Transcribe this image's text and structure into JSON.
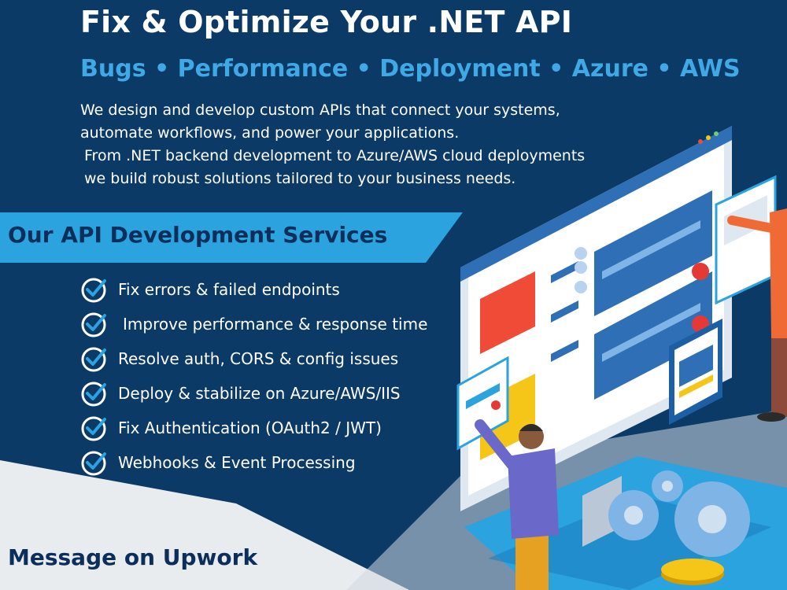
{
  "colors": {
    "background": "#0b3a66",
    "accent": "#2aa3df",
    "heading_dark": "#0b2f5a",
    "light_panel": "#e8ecef"
  },
  "header": {
    "title": "Fix & Optimize Your .NET API",
    "subtitle": "Bugs • Performance • Deployment • Azure • AWS"
  },
  "intro": {
    "paragraph_1": "We design and develop custom APIs that connect your systems, automate workflows, and power your applications.",
    "paragraph_2": "From .NET backend development to Azure/AWS cloud deployments we build robust solutions tailored to your business needs."
  },
  "services": {
    "heading": "Our API Development Services",
    "icon": "check-circle-icon",
    "items": [
      "Fix errors & failed endpoints",
      "Improve performance & response time",
      "Resolve auth, CORS & config issues",
      "Deploy & stabilize on Azure/AWS/IIS",
      "Fix Authentication (OAuth2 / JWT)",
      "Webhooks & Event Processing"
    ]
  },
  "cta": {
    "label": "Message on Upwork"
  },
  "illustration": {
    "icons": [
      "monitor-icon",
      "tablet-icon",
      "gear-icon",
      "coin-icon",
      "person-icon"
    ]
  }
}
